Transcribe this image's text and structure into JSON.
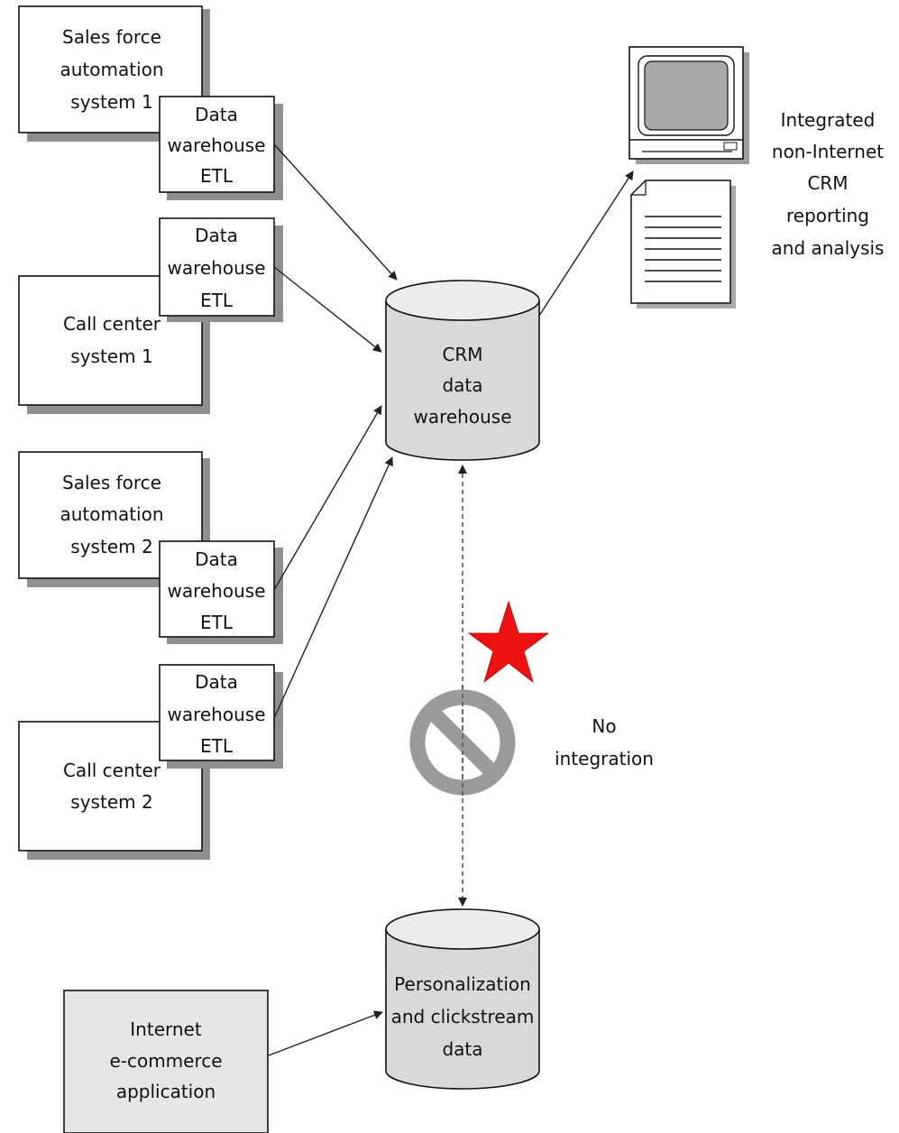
{
  "diagram": {
    "systems": {
      "sfa1": [
        "Sales force",
        "automation",
        "system 1"
      ],
      "cc1": [
        "Call center",
        "system 1"
      ],
      "sfa2": [
        "Sales force",
        "automation",
        "system 2"
      ],
      "cc2": [
        "Call center",
        "system 2"
      ]
    },
    "etl_label": [
      "Data",
      "warehouse",
      "ETL"
    ],
    "crm_warehouse": [
      "CRM",
      "data",
      "warehouse"
    ],
    "reporting": [
      "Integrated",
      "non-Internet",
      "CRM",
      "reporting",
      "and analysis"
    ],
    "no_integration": [
      "No",
      "integration"
    ],
    "personalization": [
      "Personalization",
      "and clickstream",
      "data"
    ],
    "ecommerce": [
      "Internet",
      "e-commerce",
      "application"
    ],
    "icons": {
      "computer": "computer-monitor-icon",
      "document": "report-document-icon",
      "prohibited": "no-integration-prohibited-icon",
      "star": "red-star-icon"
    },
    "colors": {
      "cylinder_fill": "#d9d9d9",
      "ecommerce_fill": "#e6e6e6",
      "prohibited_gray": "#9a9a9a",
      "star_red": "#ee1111"
    }
  }
}
